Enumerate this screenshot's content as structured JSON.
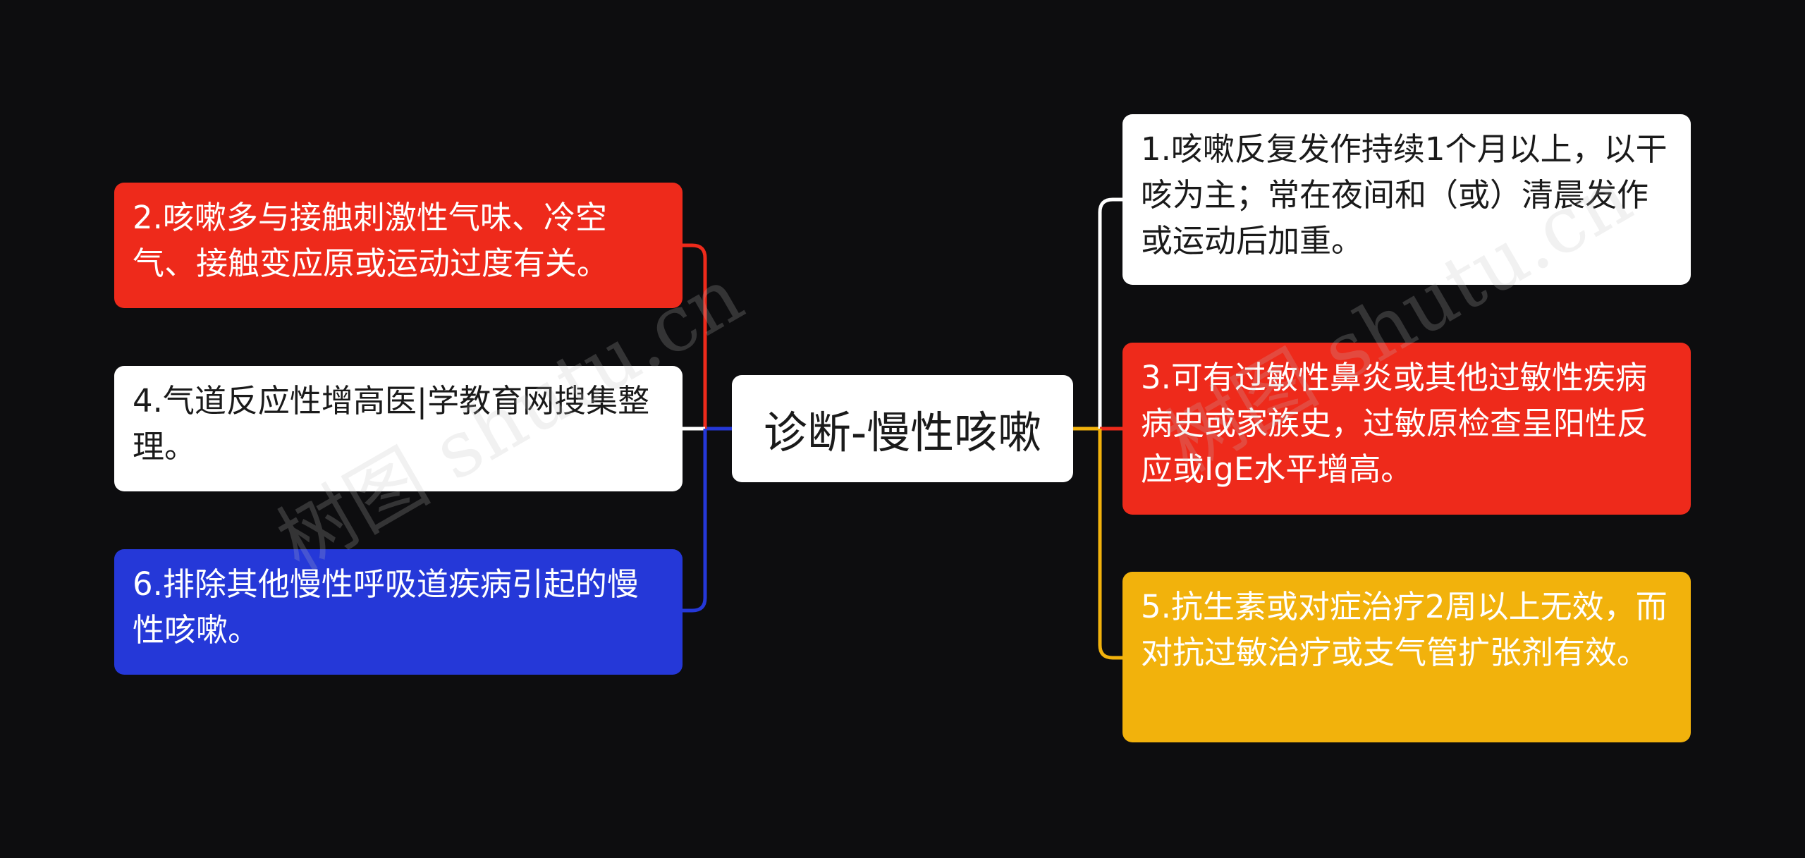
{
  "diagram": {
    "type": "mind-map",
    "root": {
      "label": "诊断-慢性咳嗽"
    },
    "left_branches": [
      {
        "label": "2.咳嗽多与接触刺激性气味、冷空气、接触变应原或运动过度有关。",
        "color": "#ee2a1b"
      },
      {
        "label": "4.气道反应性增高医|学教育网搜集整理。",
        "color": "#ffffff"
      },
      {
        "label": "6.排除其他慢性呼吸道疾病引起的慢性咳嗽。",
        "color": "#2538d8"
      }
    ],
    "right_branches": [
      {
        "label": "1.咳嗽反复发作持续1个月以上，以干咳为主；常在夜间和（或）清晨发作或运动后加重。",
        "color": "#ffffff"
      },
      {
        "label": "3.可有过敏性鼻炎或其他过敏性疾病病史或家族史，过敏原检查呈阳性反应或IgE水平增高。",
        "color": "#ee2a1b"
      },
      {
        "label": "5.抗生素或对症治疗2周以上无效，而对抗过敏治疗或支气管扩张剂有效。",
        "color": "#f2b20c"
      }
    ],
    "connector_colors": {
      "left": "#2538d8",
      "right": "#f2b20c",
      "red": "#ee2a1b",
      "white": "#ffffff"
    }
  },
  "watermarks": [
    "树图 shutu.cn",
    "树图 shutu.cn"
  ]
}
